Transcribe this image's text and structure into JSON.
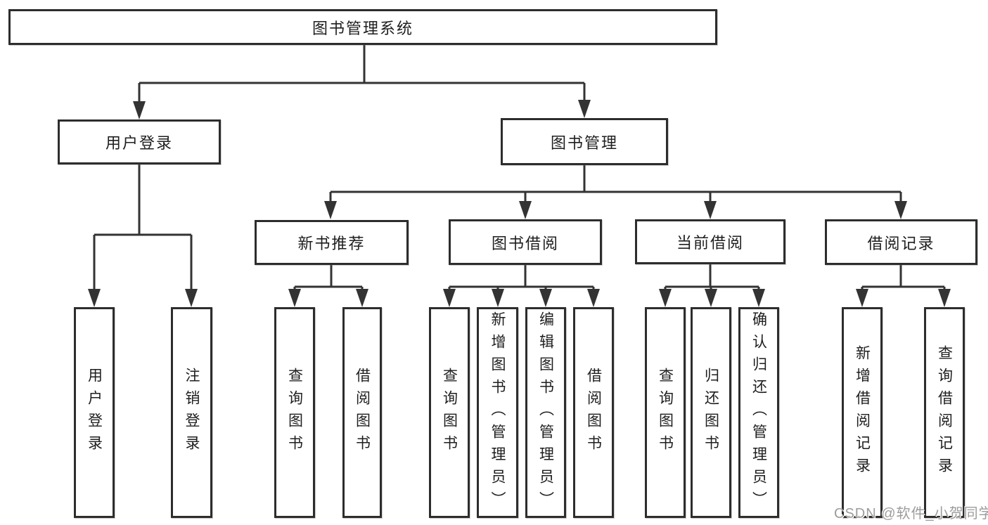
{
  "tree": {
    "label": "图书管理系统",
    "children": [
      {
        "label": "用户登录",
        "children": [
          {
            "label": "用户登录"
          },
          {
            "label": "注销登录"
          }
        ]
      },
      {
        "label": "图书管理",
        "children": [
          {
            "label": "新书推荐",
            "children": [
              {
                "label": "查询图书"
              },
              {
                "label": "借阅图书"
              }
            ]
          },
          {
            "label": "图书借阅",
            "children": [
              {
                "label": "查询图书"
              },
              {
                "label": "新增图书（管理员）"
              },
              {
                "label": "编辑图书（管理员）"
              },
              {
                "label": "借阅图书"
              }
            ]
          },
          {
            "label": "当前借阅",
            "children": [
              {
                "label": "查询图书"
              },
              {
                "label": "归还图书"
              },
              {
                "label": "确认归还（管理员）"
              }
            ]
          },
          {
            "label": "借阅记录",
            "children": [
              {
                "label": "新增借阅记录"
              },
              {
                "label": "查询借阅记录"
              }
            ]
          }
        ]
      }
    ]
  },
  "watermark": {
    "text": "CSDN @软件_小贺同学",
    "color": "#9c9c9c"
  },
  "colors": {
    "line": "#333333",
    "box_border": "#2d2d2d",
    "box_fill": "#ffffff",
    "text": "#1e1e1e",
    "background": "#ffffff"
  }
}
